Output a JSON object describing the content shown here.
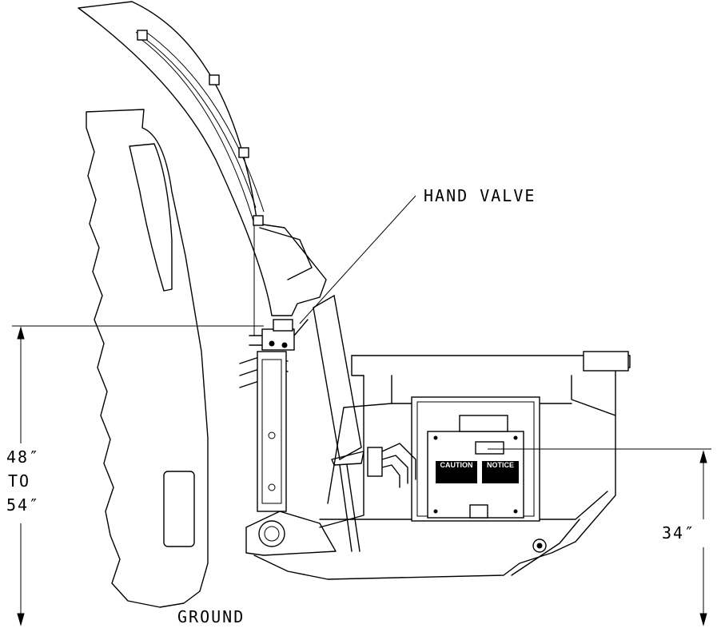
{
  "labels": {
    "hand_valve": "HAND VALVE",
    "ground": "GROUND",
    "height_range_1": "48″",
    "height_range_2": "TO",
    "height_range_3": "54″",
    "height_right": "34″"
  },
  "decals": {
    "caution": "CAUTION",
    "notice": "NOTICE"
  }
}
